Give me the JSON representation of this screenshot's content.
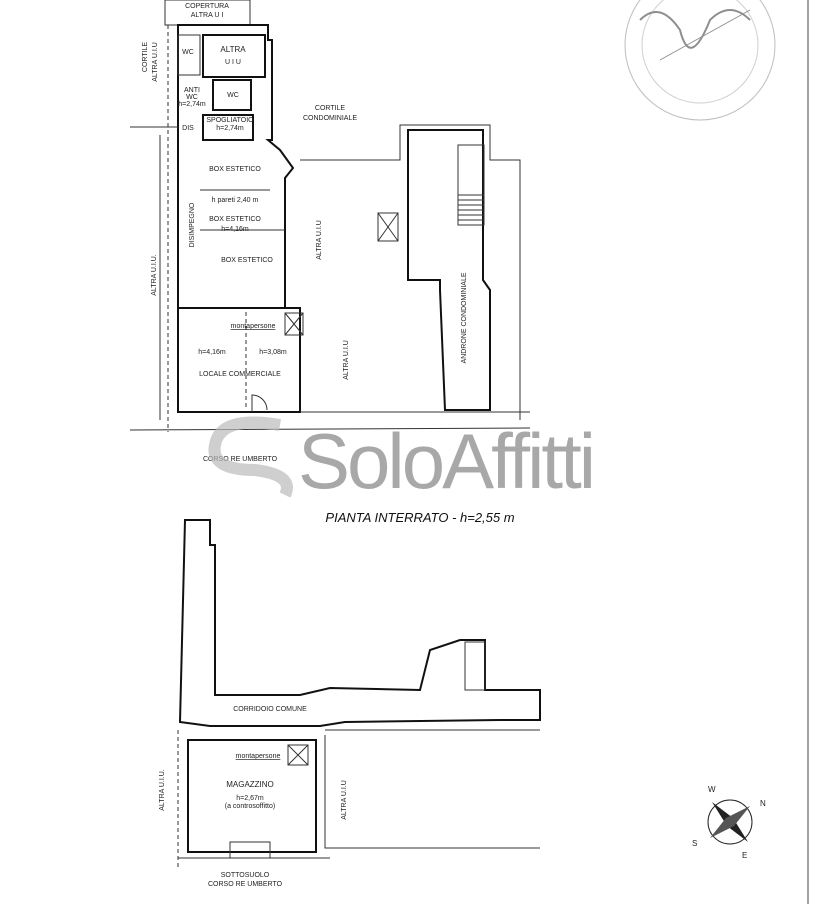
{
  "ground_floor": {
    "labels": {
      "copertura": "COPERTURA",
      "altra_ui_top": "ALTRA U I",
      "wc1": "WC",
      "altra": "ALTRA",
      "altra_uiu": "U I U",
      "anti_wc": "ANTI",
      "anti_wc2": "WC",
      "h_anti": "h=2,74m",
      "wc2": "WC",
      "dis": "DIS",
      "spogliatoio": "SPOGLIATOIO",
      "h_spogliatoio": "h=2,74m",
      "box1": "BOX ESTETICO",
      "h_pareti": "h pareti 2,40 m",
      "box2": "BOX ESTETICO",
      "h_box2": "h=4,16m",
      "box3": "BOX ESTETICO",
      "disimpegno": "DISIMPEGNO",
      "cortile_left": "CORTILE",
      "altra_ui_left_top": "ALTRA U.I.U",
      "altra_ui_left": "ALTRA U.I.U.",
      "cortile_cond": "CORTILE",
      "condominiale": "CONDOMINIALE",
      "altra_ui_mid": "ALTRA U.I.U",
      "altra_ui_mid2": "ALTRA U.I.U",
      "montapersone": "montapersone",
      "h_locale1": "h=4,16m",
      "h_locale2": "h=3,08m",
      "locale": "LOCALE COMMERCIALE",
      "androne": "ANDRONE CONDOMINIALE",
      "street": "CORSO RE UMBERTO"
    }
  },
  "watermark": "SoloAffitti",
  "basement": {
    "title": "PIANTA INTERRATO - h=2,55 m",
    "labels": {
      "corridoio": "CORRIDOIO COMUNE",
      "montapersone": "montapersone",
      "magazzino": "MAGAZZINO",
      "h": "h=2,67m",
      "note": "(a controsoffitto)",
      "altra_ui_left": "ALTRA U.I.U.",
      "altra_ui_right": "ALTRA U.I.U",
      "sottosuolo": "SOTTOSUOLO",
      "street": "CORSO RE UMBERTO"
    }
  },
  "compass": {
    "w": "W",
    "n": "N",
    "s": "S",
    "e": "E"
  }
}
